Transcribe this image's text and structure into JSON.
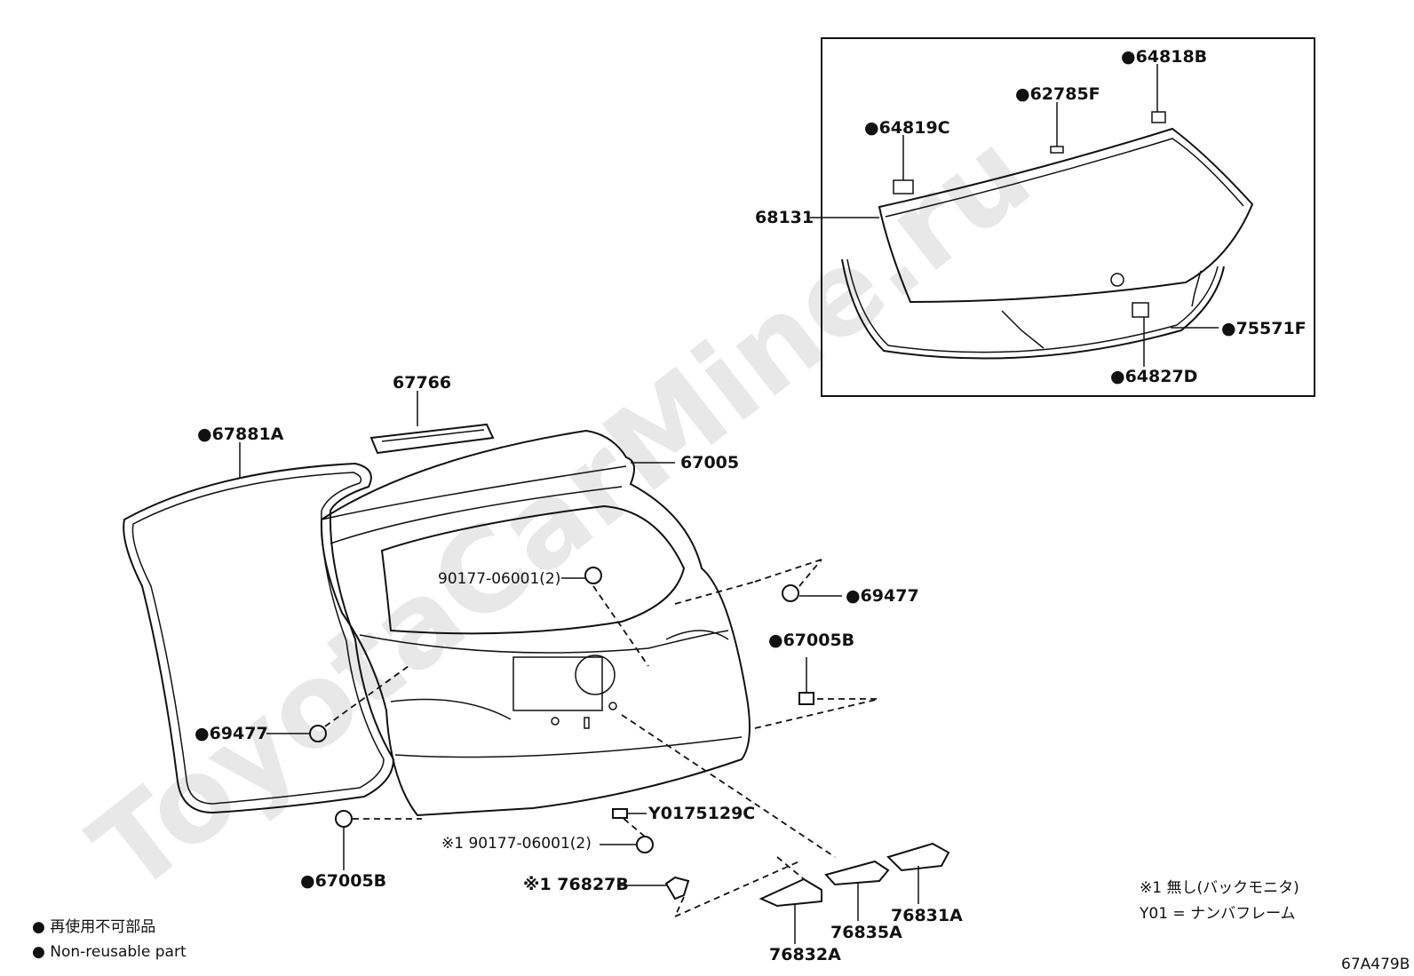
{
  "watermark": "ToyotaCarMine.ru",
  "parts": {
    "p64818B": "●64818B",
    "p62785F": "●62785F",
    "p64819C": "●64819C",
    "p68131": "68131",
    "p75571F": "●75571F",
    "p64827D": "●64827D",
    "p67766": "67766",
    "p67881A": "●67881A",
    "p67005": "67005",
    "p90177_top": "90177-06001(2)",
    "p69477_right": "●69477",
    "p67005B_right": "●67005B",
    "p69477_left": "●69477",
    "pY0175129C": "Y0175129C",
    "p90177_bottom": "※1 90177-06001(2)",
    "p76827B": "※1 76827B",
    "p67005B_left": "●67005B",
    "p76832A": "76832A",
    "p76835A": "76835A",
    "p76831A": "76831A"
  },
  "notes": {
    "note1": "※1  無し(バックモニタ)",
    "note2": "Y01 = ナンバフレーム"
  },
  "legend": {
    "jp": "● 再使用不可部品",
    "en": "● Non-reusable part"
  },
  "diagram_id": "67A479B"
}
